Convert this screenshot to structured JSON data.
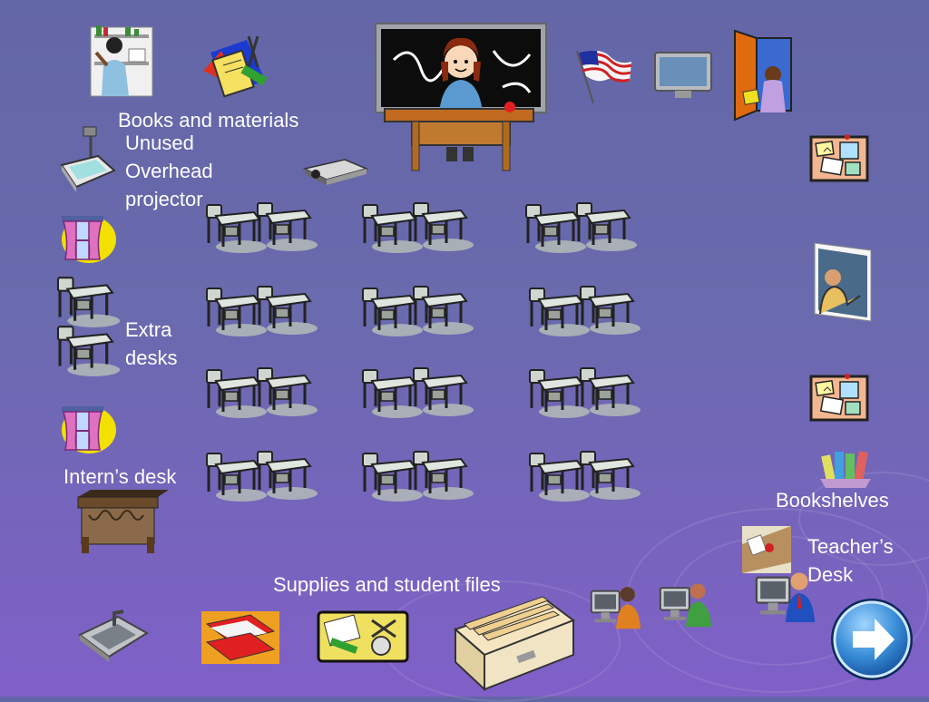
{
  "labels": {
    "books_materials": "Books and materials",
    "unused_projector": "Unused\nOverhead\nprojector",
    "extra_desks": "Extra\ndesks",
    "interns_desk": "Intern’s desk",
    "bookshelves": "Bookshelves",
    "teachers_desk": "Teacher’s\nDesk",
    "supplies_files": "Supplies and student files"
  },
  "icons": {
    "desk_pair": "student-desk-pair-icon",
    "single_desk": "student-desk-icon",
    "window": "window-curtain-icon",
    "bulletin": "bulletin-board-icon",
    "computer": "computer-user-icon",
    "next": "next-arrow-icon"
  },
  "colors": {
    "background": "#6a6aae",
    "label": "#ffffff",
    "accent_button": "#3a8fd8"
  }
}
